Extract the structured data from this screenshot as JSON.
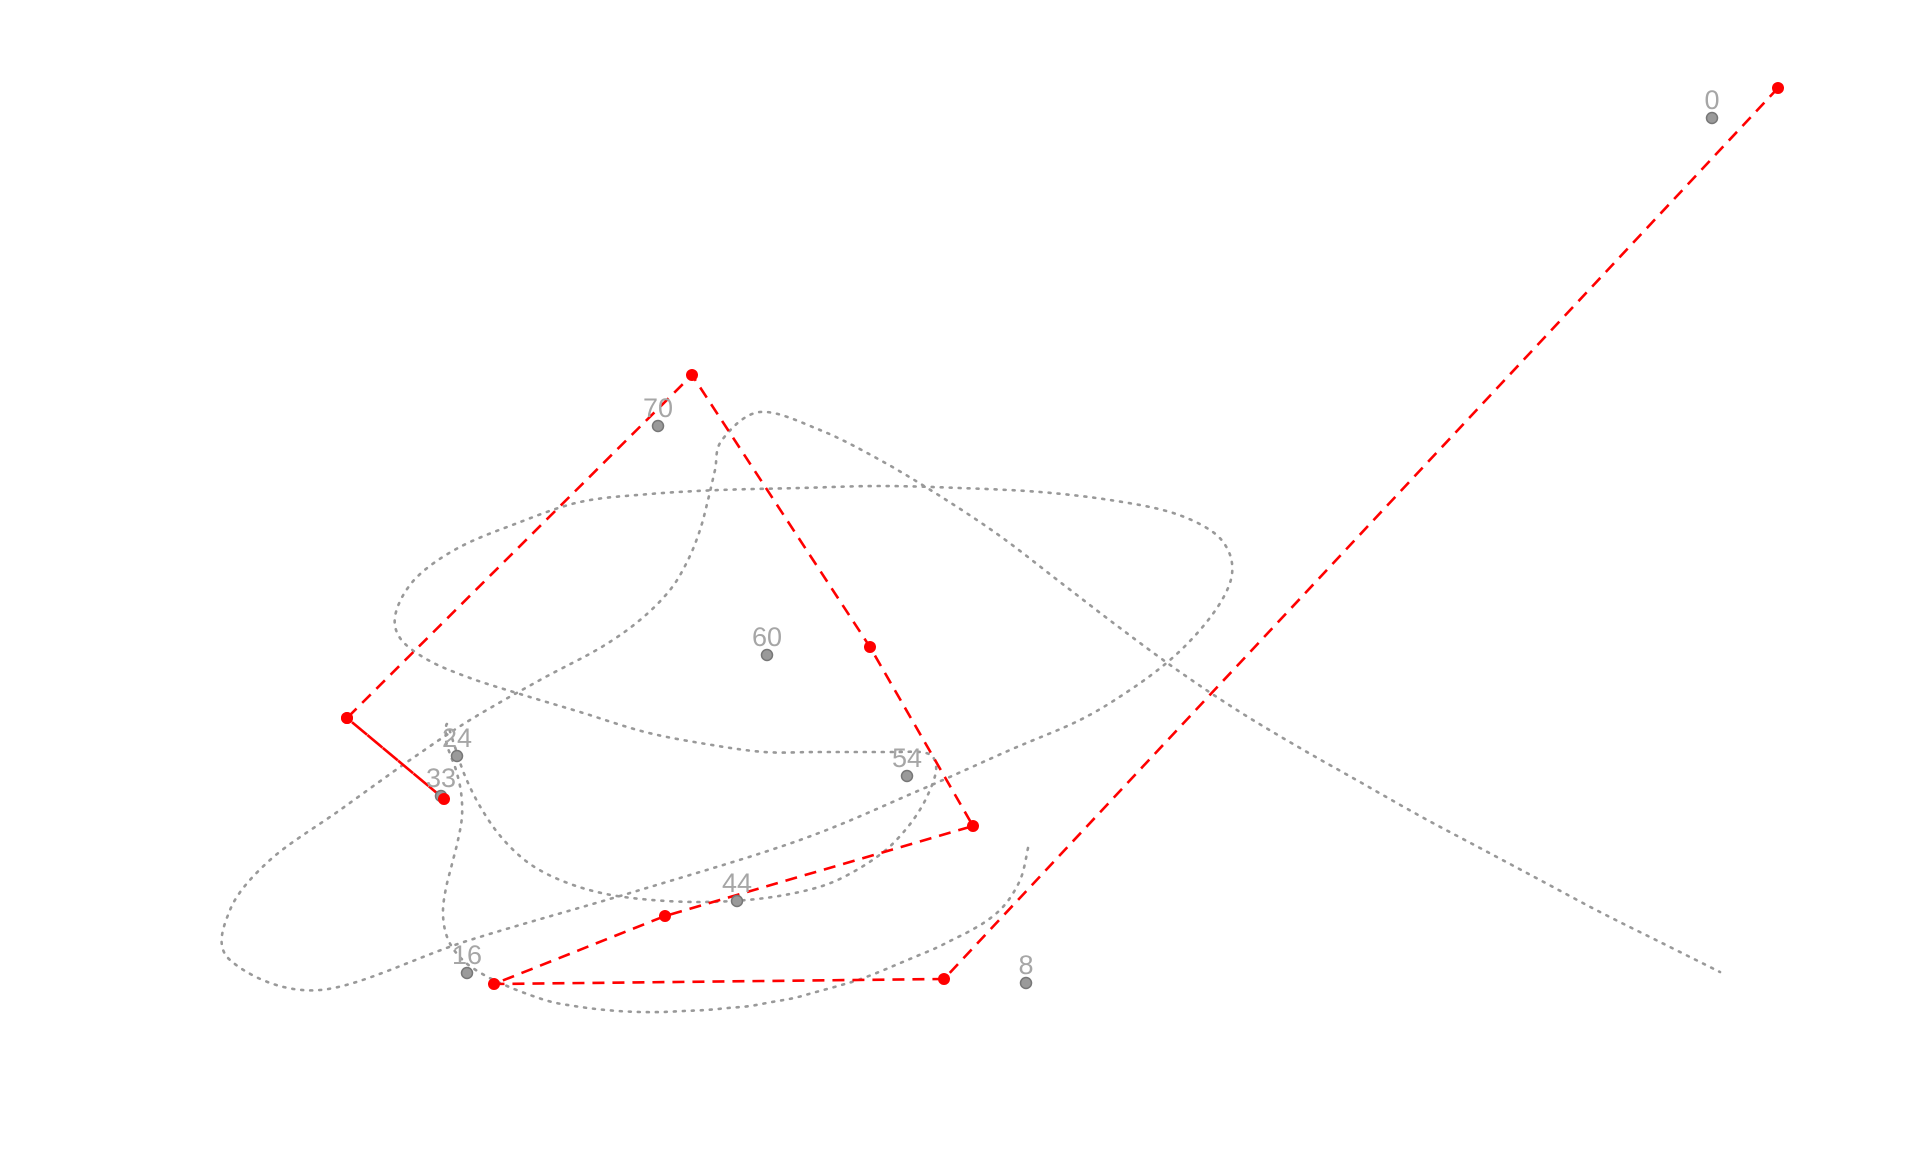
{
  "chart_data": {
    "type": "line",
    "title": "",
    "xlabel": "",
    "ylabel": "",
    "grid": false,
    "legend": "none",
    "axes_visible": false,
    "xlim": [
      0,
      1920
    ],
    "ylim": [
      0,
      1152
    ],
    "y_increases_downward": true,
    "series": [
      {
        "name": "",
        "style": "dotted",
        "color": "#999999",
        "x": [
          1028,
          1022,
          1012,
          1000,
          985,
          968,
          952,
          936,
          917,
          898,
          879,
          858,
          838,
          816,
          794,
          772,
          750,
          728,
          706,
          684,
          662,
          640,
          618,
          596,
          574,
          552,
          530,
          507,
          486,
          466,
          452,
          445,
          443,
          446,
          452,
          458,
          462,
          461,
          456,
          450,
          446,
          447,
          454,
          465,
          481,
          502,
          530,
          565,
          606,
          652,
          700,
          747,
          790,
          828,
          860,
          887,
          907,
          921,
          930,
          935,
          936,
          932,
          920,
          895,
          860,
          815,
          764,
          706,
          645,
          580,
          520,
          470,
          428,
          400,
          396,
          416,
          458,
          515,
          580,
          650,
          720,
          800,
          880,
          960,
          1040,
          1110,
          1170,
          1210,
          1228,
          1232,
          1222,
          1200,
          1170,
          1130,
          1080,
          1010,
          920,
          800,
          640,
          470,
          320,
          230,
          230,
          270,
          340,
          410,
          470,
          540,
          600,
          640,
          670,
          688,
          700,
          708,
          715,
          722,
          760,
          820,
          880,
          940,
          1000,
          1060,
          1120,
          1180,
          1240,
          1300,
          1360,
          1420,
          1480,
          1540,
          1600,
          1660,
          1720
        ],
        "y": [
          848,
          875,
          895,
          910,
          922,
          932,
          940,
          948,
          956,
          964,
          972,
          980,
          986,
          992,
          998,
          1002,
          1006,
          1008,
          1010,
          1011,
          1012,
          1012,
          1011,
          1009,
          1006,
          1002,
          995,
          986,
          976,
          963,
          947,
          930,
          910,
          888,
          864,
          840,
          816,
          792,
          770,
          754,
          740,
          724,
          744,
          776,
          808,
          838,
          864,
          882,
          894,
          900,
          902,
          900,
          894,
          884,
          868,
          849,
          828,
          808,
          790,
          776,
          766,
          756,
          752,
          752,
          752,
          752,
          752,
          744,
          732,
          712,
          694,
          678,
          660,
          638,
          612,
          578,
          548,
          524,
          502,
          494,
          490,
          488,
          486,
          488,
          492,
          500,
          512,
          530,
          550,
          574,
          600,
          630,
          660,
          690,
          720,
          750,
          790,
          840,
          890,
          940,
          990,
          960,
          910,
          860,
          810,
          760,
          720,
          680,
          648,
          620,
          590,
          560,
          530,
          500,
          470,
          440,
          412,
          430,
          460,
          496,
          536,
          582,
          628,
          672,
          712,
          748,
          782,
          816,
          848,
          880,
          912,
          942,
          972
        ]
      },
      {
        "name": "",
        "style": "dashed",
        "color": "#ff0000",
        "x": [
          1778,
          944,
          494,
          665,
          973,
          870,
          692,
          347,
          444,
          347
        ],
        "y": [
          88,
          979,
          984,
          916,
          826,
          647,
          375,
          718,
          799,
          718
        ]
      }
    ],
    "markers": [
      {
        "label": "0",
        "x": 1712,
        "y": 118
      },
      {
        "label": "70",
        "x": 658,
        "y": 426
      },
      {
        "label": "60",
        "x": 767,
        "y": 655
      },
      {
        "label": "54",
        "x": 907,
        "y": 776
      },
      {
        "label": "24",
        "x": 457,
        "y": 756
      },
      {
        "label": "33",
        "x": 441,
        "y": 796
      },
      {
        "label": "44",
        "x": 737,
        "y": 901
      },
      {
        "label": "16",
        "x": 467,
        "y": 973
      },
      {
        "label": "8",
        "x": 1026,
        "y": 983
      }
    ]
  }
}
